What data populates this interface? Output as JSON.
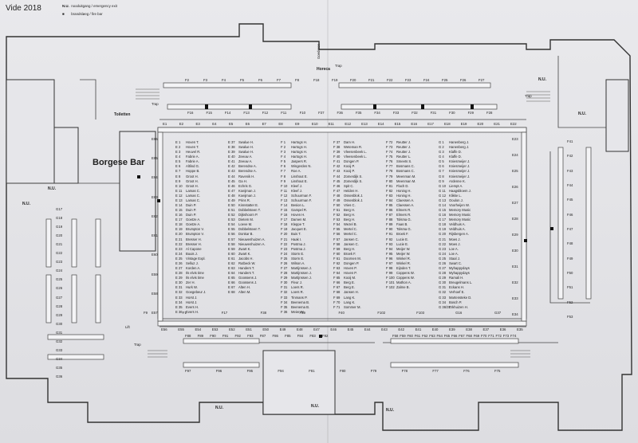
{
  "title": "Vide 2018",
  "legend": [
    {
      "symbol": "N.U.",
      "text": "nooduitgang / emergency exit"
    },
    {
      "symbol": "■",
      "text": "brandsløeg / fire bar"
    }
  ],
  "areas": {
    "borgese_bar": "Borgese Bar",
    "toiletten": "Toiletten",
    "horeca": "Horeca",
    "goederen": "Goederen",
    "lift": "Lift",
    "trap": "Trap"
  },
  "exit_label": "N.U.",
  "top_stands": [
    "F2",
    "F3",
    "F4",
    "F5",
    "F6",
    "F7",
    "F8",
    "F18",
    "F19",
    "F20",
    "F21",
    "F22",
    "F23",
    "F24",
    "F25",
    "F26",
    "F27"
  ],
  "upper_stands": [
    "F16",
    "F15",
    "F14",
    "F13",
    "F12",
    "F11",
    "F10",
    "F37",
    "F36",
    "F35",
    "F34",
    "F33",
    "F32",
    "F31",
    "F30",
    "F29",
    "F28"
  ],
  "e_top_row": [
    "E1",
    "E2",
    "E3",
    "E4",
    "E5",
    "E6",
    "E7",
    "E8",
    "E9",
    "E10",
    "E11",
    "E12",
    "E13",
    "E14",
    "E15",
    "E16",
    "E17",
    "E18",
    "E19",
    "E20",
    "E21",
    "E22"
  ],
  "e_bottom_row": [
    "E56",
    "E55",
    "E54",
    "E53",
    "E52",
    "E51",
    "E50",
    "E49",
    "E48",
    "E47",
    "E46",
    "E45",
    "E44",
    "E43",
    "E42",
    "E41",
    "E40",
    "E39",
    "E38",
    "E37",
    "E36",
    "E35"
  ],
  "left_stands": [
    "E66",
    "E65",
    "E64",
    "E63",
    "E62",
    "E61",
    "E60",
    "E59",
    "E58",
    "E57"
  ],
  "right_stands": [
    "E23",
    "E24",
    "E25",
    "E26",
    "E27",
    "E28",
    "E29",
    "E30",
    "E31",
    "E32",
    "E33",
    "E34"
  ],
  "far_right_stands": [
    "F41",
    "F42",
    "F43",
    "F44",
    "F45",
    "F46",
    "F47",
    "F48",
    "F49",
    "F50",
    "F51",
    "F52",
    "F53"
  ],
  "bottom_stands_left": [
    "F88",
    "F89",
    "F90",
    "F91",
    "F92",
    "F93",
    "F87",
    "F86",
    "F85",
    "F84",
    "F83",
    "F82"
  ],
  "bottom_stands_low": [
    "F97",
    "F96",
    "F95",
    "F94",
    "F81",
    "F80",
    "F79",
    "F78",
    "F77",
    "F76",
    "F75"
  ],
  "bottom_stands_right": [
    "F58",
    "F59",
    "F60",
    "F61",
    "F62",
    "F63",
    "F64",
    "F65",
    "F66",
    "F67",
    "F68",
    "F69",
    "F70",
    "F71",
    "F72",
    "F73",
    "F74"
  ],
  "g_stands": [
    "G17",
    "G18",
    "G19",
    "G20",
    "G21",
    "G22",
    "G23",
    "G24",
    "G25",
    "G26",
    "G27",
    "G28",
    "G29",
    "G30",
    "G31",
    "G32",
    "G33",
    "G34",
    "G35",
    "G36"
  ],
  "misc_labels": [
    "F9",
    "F1",
    "F17",
    "F38",
    "F39",
    "F40",
    "F102",
    "F103",
    "G16",
    "G37"
  ],
  "index_columns": [
    [
      [
        "E 1",
        "Hoven T."
      ],
      [
        "E 2",
        "Hoven T."
      ],
      [
        "E 3",
        "Heuvel R."
      ],
      [
        "E 4",
        "Fabrie A."
      ],
      [
        "E 5",
        "Fabrie A."
      ],
      [
        "E 6",
        "Altlind G."
      ],
      [
        "E 7",
        "Hoppe B."
      ],
      [
        "E 8",
        "Groot H."
      ],
      [
        "E 9",
        "Groot H."
      ],
      [
        "E 10",
        "Groot H."
      ],
      [
        "E 11",
        "Lamas C."
      ],
      [
        "E 12",
        "Lamas C."
      ],
      [
        "E 13",
        "Lamas C."
      ],
      [
        "E 14",
        "Duin P."
      ],
      [
        "E 15",
        "Duin P."
      ],
      [
        "E 16",
        "Duin P."
      ],
      [
        "E 17",
        "Goetze A."
      ],
      [
        "E 18",
        "Goetze A."
      ],
      [
        "E 19",
        "Brumpton V."
      ],
      [
        "E 20",
        "Brumpton V."
      ],
      [
        "E 21",
        "Bresser H."
      ],
      [
        "E 22",
        "Bresser H."
      ],
      [
        "E 23",
        "Al Capone"
      ],
      [
        "E 24",
        "Buuis J."
      ],
      [
        "E 25",
        "Vintage Expl."
      ],
      [
        "E 26",
        "Selluz J."
      ],
      [
        "E 27",
        "Korden A."
      ],
      [
        "E 28",
        "Ils elvis time"
      ],
      [
        "E 29",
        "Ils elvis time"
      ],
      [
        "E 30",
        "Zer H."
      ],
      [
        "E 31",
        "Hurk W."
      ],
      [
        "E 32",
        "Goegebeur J."
      ],
      [
        "E 33",
        "Horst J."
      ],
      [
        "E 34",
        "Horst J."
      ],
      [
        "E 35",
        "Evers H."
      ],
      [
        "E 36",
        "Evers H."
      ]
    ],
    [
      [
        "E 37",
        "Swalue H."
      ],
      [
        "E 38",
        "Swalue H."
      ],
      [
        "E 39",
        "Swalue H."
      ],
      [
        "E 40",
        "Zeeuw A."
      ],
      [
        "E 41",
        "Zeeuw A."
      ],
      [
        "E 42",
        "Berendse A."
      ],
      [
        "E 43",
        "Berendse A."
      ],
      [
        "E 44",
        "Ravenik H."
      ],
      [
        "E 45",
        "Ga H."
      ],
      [
        "E 46",
        "Echris G."
      ],
      [
        "E 47",
        "Koeijman J."
      ],
      [
        "E 48",
        "Koeijman J."
      ],
      [
        "E 49",
        "Prins R."
      ],
      [
        "E 50",
        "Kinnstatter E."
      ],
      [
        "E 51",
        "Dobbelsteen T."
      ],
      [
        "E 52",
        "Dijkshoorn P."
      ],
      [
        "E 53",
        "Dietem M."
      ],
      [
        "E 54",
        "Loeve M."
      ],
      [
        "E 55",
        "Dobbelsteen T."
      ],
      [
        "E 56",
        "Donkar B."
      ],
      [
        "E 57",
        "Nieuwenhuizen A."
      ],
      [
        "E 58",
        "Nieuwenhuizen A."
      ],
      [
        "E 59",
        "Zwart K."
      ],
      [
        "E 60",
        "Zwart K."
      ],
      [
        "E 61",
        "Jacobs H."
      ],
      [
        "E 62",
        "Rutbeck W."
      ],
      [
        "E 63",
        "Handers T."
      ],
      [
        "E 64",
        "Handers T."
      ],
      [
        "E 65",
        "Goossens J."
      ],
      [
        "E 66",
        "Goossens J."
      ],
      [
        "E 67",
        "Alten H."
      ],
      [
        "E 68",
        "Alten M."
      ]
    ],
    [
      [
        "F 1",
        "Hartogs H."
      ],
      [
        "F 2",
        "Hartogs H."
      ],
      [
        "F 3",
        "Hartogs H."
      ],
      [
        "F 4",
        "Hartogs H."
      ],
      [
        "F 5",
        "Jaspers R."
      ],
      [
        "F 6",
        "Wingerden N."
      ],
      [
        "F 7",
        "Roe A."
      ],
      [
        "F 8",
        "Lisshout E."
      ],
      [
        "F 9",
        "Lisshout E."
      ],
      [
        "F 10",
        "Kleef J."
      ],
      [
        "F 11",
        "Kleef J."
      ],
      [
        "F 12",
        "Schuurman F."
      ],
      [
        "F 13",
        "Schuurman F."
      ],
      [
        "F 14",
        "Besion L."
      ],
      [
        "F 15",
        "Gampel R."
      ],
      [
        "F 16",
        "Hoven H."
      ],
      [
        "F 17",
        "Damen M."
      ],
      [
        "F 18",
        "Kleppe T."
      ],
      [
        "F 19",
        "Jacquet E."
      ],
      [
        "F 20",
        "Buis T."
      ],
      [
        "F 21",
        "Haak I."
      ],
      [
        "F 22",
        "Postma J."
      ],
      [
        "F 23",
        "Postma J."
      ],
      [
        "F 24",
        "Storm E."
      ],
      [
        "F 25",
        "Storm E."
      ],
      [
        "F 26",
        "Wilson A."
      ],
      [
        "F 27",
        "Martijnssen J."
      ],
      [
        "F 28",
        "Martijnssen J."
      ],
      [
        "F 29",
        "Martijnssen J."
      ],
      [
        "F 30",
        "Fleur J."
      ],
      [
        "F 31",
        "Loers R."
      ],
      [
        "F 32",
        "Loers R."
      ],
      [
        "F 33",
        "Tinmans P."
      ],
      [
        "F 34",
        "Beenema B."
      ],
      [
        "F 35",
        "Beenema B."
      ],
      [
        "F 36",
        "Meier W."
      ]
    ],
    [
      [
        "F 37",
        "Dam H."
      ],
      [
        "F 38",
        "Weteman R."
      ],
      [
        "F 39",
        "Vleesenbeek L."
      ],
      [
        "F 40",
        "Vleesenbeek L."
      ],
      [
        "F 41",
        "Dongen P."
      ],
      [
        "F 42",
        "Kooij P."
      ],
      [
        "F 43",
        "Kooij P."
      ],
      [
        "F 44",
        "Zomerdijk S."
      ],
      [
        "F 45",
        "Zomerdijk S."
      ],
      [
        "F 46",
        "Spit C."
      ],
      [
        "F 47",
        "Helden H."
      ],
      [
        "F 48",
        "Ossenblok J."
      ],
      [
        "F 49",
        "Ossenblok J."
      ],
      [
        "F 50",
        "Vries C."
      ],
      [
        "F 51",
        "Berg H."
      ],
      [
        "F 52",
        "Berg H."
      ],
      [
        "F 53",
        "Berg H."
      ],
      [
        "F 54",
        "Wezel B."
      ],
      [
        "F 55",
        "Mertel C."
      ],
      [
        "F 56",
        "Mertel C."
      ],
      [
        "F 57",
        "Jansen C."
      ],
      [
        "F 58",
        "Jansen C."
      ],
      [
        "F 59",
        "Berg H."
      ],
      [
        "F 60",
        "Broek F."
      ],
      [
        "F 61",
        "Doornen M."
      ],
      [
        "F 62",
        "Dongen P."
      ],
      [
        "F 63",
        "Hoven P."
      ],
      [
        "F 64",
        "Hoven P."
      ],
      [
        "F 65",
        "Kooij M."
      ],
      [
        "F 66",
        "Berg E."
      ],
      [
        "F 67",
        "Berg E."
      ],
      [
        "F 68",
        "Jansen H."
      ],
      [
        "F 69",
        "Lang K."
      ],
      [
        "F 70",
        "Lang K."
      ],
      [
        "F 71",
        "Sommer M."
      ]
    ],
    [
      [
        "F 72",
        "Reutter J."
      ],
      [
        "F 73",
        "Reutter J."
      ],
      [
        "F 74",
        "Reutter J."
      ],
      [
        "F 75",
        "Reutter L."
      ],
      [
        "F 76",
        "Smeets S."
      ],
      [
        "F 77",
        "Bosmans C."
      ],
      [
        "F 78",
        "Bosmans C."
      ],
      [
        "F 79",
        "Meenman M."
      ],
      [
        "F 80",
        "Meenman M."
      ],
      [
        "F 81",
        "Flach D."
      ],
      [
        "F 82",
        "Honing H."
      ],
      [
        "F 83",
        "Honing H."
      ],
      [
        "F 84",
        "Claessen A."
      ],
      [
        "F 85",
        "Claessen A."
      ],
      [
        "F 86",
        "Elmers R."
      ],
      [
        "F 87",
        "Elmers R."
      ],
      [
        "F 88",
        "Tolsma G."
      ],
      [
        "F 89",
        "Faas B."
      ],
      [
        "F 90",
        "Tolsma G."
      ],
      [
        "F 91",
        "Broek F."
      ],
      [
        "F 92",
        "Lucie E."
      ],
      [
        "F 93",
        "Lucie E."
      ],
      [
        "F 94",
        "Meijer W."
      ],
      [
        "F 95",
        "Meijer W."
      ],
      [
        "F 96",
        "Winkel R."
      ],
      [
        "F 97",
        "Winkel R."
      ],
      [
        "F 98",
        "Eijnden T."
      ],
      [
        "F 99",
        "Coppens W."
      ],
      [
        "F 100",
        "Coppens W."
      ],
      [
        "F 101",
        "Mathon A."
      ],
      [
        "F 102",
        "Zalme B."
      ]
    ],
    [
      [
        "G 1",
        "Hanenberg J."
      ],
      [
        "G 2",
        "Hanenberg J."
      ],
      [
        "G 3",
        "Klaffe D."
      ],
      [
        "G 4",
        "Klaffe D."
      ],
      [
        "G 5",
        "Kniesmeijer J."
      ],
      [
        "G 6",
        "Kniesmeijer J."
      ],
      [
        "G 7",
        "Kniesmeijer J."
      ],
      [
        "G 8",
        "Kniesmeijer J."
      ],
      [
        "G 9",
        "Ardenne K."
      ],
      [
        "G 10",
        "Liempt A."
      ],
      [
        "G 11",
        "Haagsbloem J."
      ],
      [
        "G 12",
        "Klikke L."
      ],
      [
        "G 13",
        "Ooulon J."
      ],
      [
        "G 14",
        "Voorheijen W."
      ],
      [
        "G 15",
        "Memory Music"
      ],
      [
        "G 16",
        "Memory Music"
      ],
      [
        "G 17",
        "Memory Music"
      ],
      [
        "G 18",
        "Veldhuis A."
      ],
      [
        "G 19",
        "Veldhuis A."
      ],
      [
        "G 20",
        "Rijsbergen A."
      ],
      [
        "G 21",
        "Moes J."
      ],
      [
        "G 22",
        "Moes J."
      ],
      [
        "G 23",
        "Loe A."
      ],
      [
        "G 24",
        "Loe A."
      ],
      [
        "G 25",
        "Staal J."
      ],
      [
        "G 26",
        "Swart C."
      ],
      [
        "G 27",
        "Myhappydays"
      ],
      [
        "G 28",
        "Myhappydays"
      ],
      [
        "G 29",
        "Ramali H."
      ],
      [
        "G 30",
        "Breugelmans L."
      ],
      [
        "G 31",
        "Eckans H."
      ],
      [
        "G 32",
        "Verhoef E."
      ],
      [
        "G 33",
        "Martensteke D."
      ],
      [
        "G 34",
        "Bosch P."
      ],
      [
        "G 36/37",
        "Erkhuizen H."
      ]
    ]
  ]
}
